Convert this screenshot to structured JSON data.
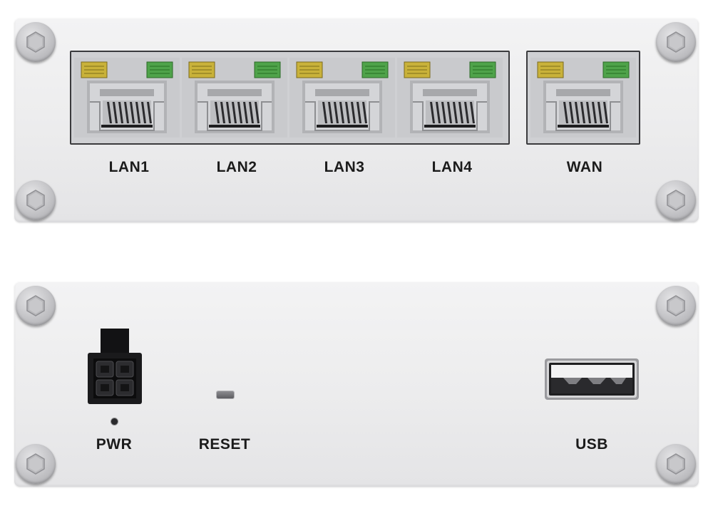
{
  "front_panel": {
    "ports": [
      {
        "id": "lan1",
        "label": "LAN1"
      },
      {
        "id": "lan2",
        "label": "LAN2"
      },
      {
        "id": "lan3",
        "label": "LAN3"
      },
      {
        "id": "lan4",
        "label": "LAN4"
      },
      {
        "id": "wan",
        "label": "WAN"
      }
    ]
  },
  "back_panel": {
    "power_label": "PWR",
    "reset_label": "RESET",
    "usb_label": "USB"
  },
  "colors": {
    "panel": "#ececed",
    "port_frame": "#3a3a3d",
    "led_yellow": "#c9b23a",
    "led_green": "#4fa34a",
    "label_text": "#1b1b1b"
  }
}
